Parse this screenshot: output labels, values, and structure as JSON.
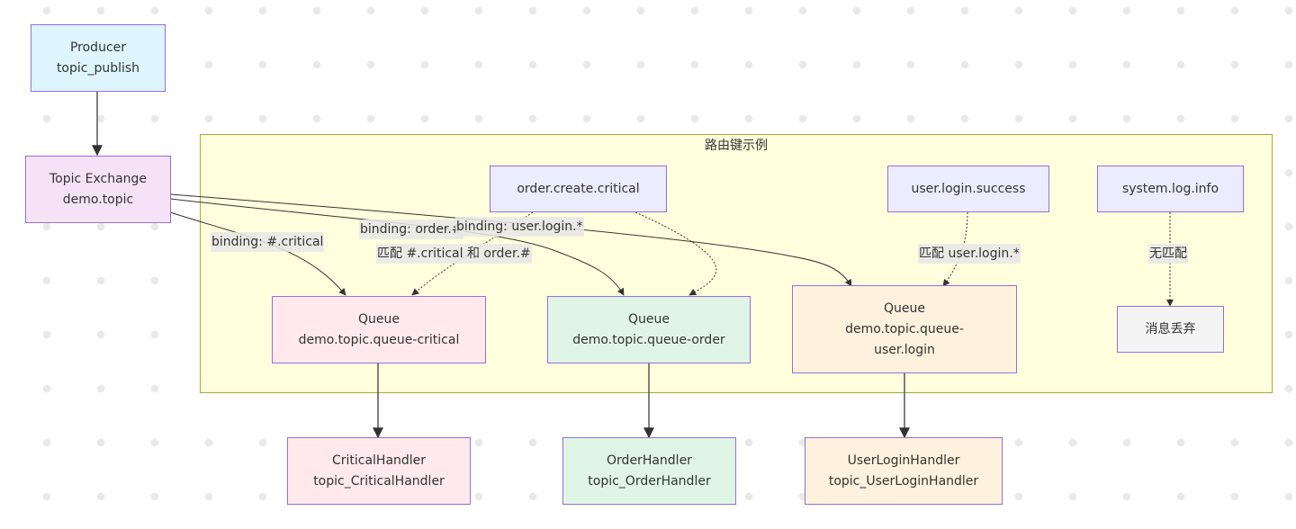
{
  "diagram": {
    "cluster": {
      "title": "路由键示例"
    },
    "nodes": {
      "producer": {
        "line1": "Producer",
        "line2": "topic_publish"
      },
      "exchange": {
        "line1": "Topic Exchange",
        "line2": "demo.topic"
      },
      "key_order": {
        "label": "order.create.critical"
      },
      "key_user": {
        "label": "user.login.success"
      },
      "key_system": {
        "label": "system.log.info"
      },
      "queue_critical": {
        "line1": "Queue",
        "line2": "demo.topic.queue-critical"
      },
      "queue_order": {
        "line1": "Queue",
        "line2": "demo.topic.queue-order"
      },
      "queue_user": {
        "line1": "Queue",
        "line2": "demo.topic.queue-",
        "line3": "user.login"
      },
      "drop": {
        "label": "消息丢弃"
      },
      "handler_critical": {
        "line1": "CriticalHandler",
        "line2": "topic_CriticalHandler"
      },
      "handler_order": {
        "line1": "OrderHandler",
        "line2": "topic_OrderHandler"
      },
      "handler_user": {
        "line1": "UserLoginHandler",
        "line2": "topic_UserLoginHandler"
      }
    },
    "edge_labels": {
      "binding_critical": "binding: #.critical",
      "binding_order": "binding: order.#",
      "binding_user": "binding: user.login.*",
      "match_order": "匹配 #.critical 和 order.#",
      "match_user": "匹配 user.login.*",
      "no_match": "无匹配"
    },
    "colors": {
      "node_border": "#9370db",
      "cluster_fill": "#ffffde",
      "cluster_border": "#aaaa33",
      "edge": "#333333"
    }
  }
}
